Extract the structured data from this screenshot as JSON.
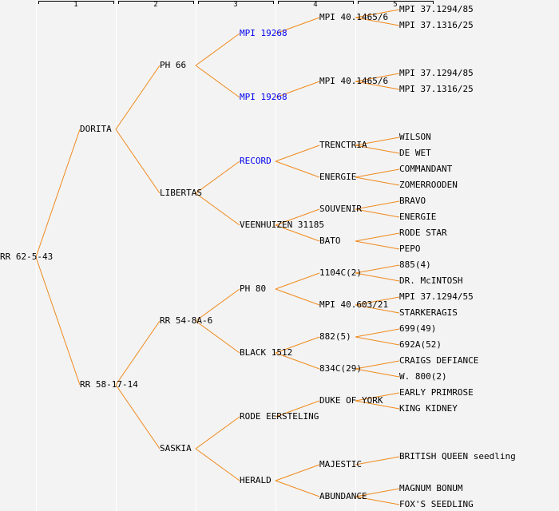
{
  "colors": {
    "line": "#f08a1c",
    "link_text": "#0000ee",
    "text": "#000000",
    "background": "#f3f3f3"
  },
  "generation_headers": [
    "1",
    "2",
    "3",
    "4",
    "5"
  ],
  "pedigree": {
    "name": "RR 62-5-43",
    "children": [
      {
        "name": "DORITA",
        "children": [
          {
            "name": "PH 66",
            "children": [
              {
                "name": "MPI 19268",
                "link": true,
                "children": [
                  {
                    "name": "MPI 40.1465/6",
                    "children": [
                      {
                        "name": "MPI 37.1294/85"
                      },
                      {
                        "name": "MPI 37.1316/25"
                      }
                    ]
                  },
                  null
                ]
              },
              {
                "name": "MPI 19268",
                "link": true,
                "children": [
                  {
                    "name": "MPI 40.1465/6",
                    "children": [
                      {
                        "name": "MPI 37.1294/85"
                      },
                      {
                        "name": "MPI 37.1316/25"
                      }
                    ]
                  },
                  null
                ]
              }
            ]
          },
          {
            "name": "LIBERTAS",
            "children": [
              {
                "name": "RECORD",
                "link": true,
                "children": [
                  {
                    "name": "TRENCTRIA",
                    "children": [
                      {
                        "name": "WILSON"
                      },
                      {
                        "name": "DE WET"
                      }
                    ]
                  },
                  {
                    "name": "ENERGIE",
                    "children": [
                      {
                        "name": "COMMANDANT"
                      },
                      {
                        "name": "ZOMERROODEN"
                      }
                    ]
                  }
                ]
              },
              {
                "name": "VEENHUIZEN 31185",
                "children": [
                  {
                    "name": "SOUVENIR",
                    "children": [
                      {
                        "name": "BRAVO"
                      },
                      {
                        "name": "ENERGIE"
                      }
                    ]
                  },
                  {
                    "name": "BATO",
                    "children": [
                      {
                        "name": "RODE STAR"
                      },
                      {
                        "name": "PEPO"
                      }
                    ]
                  }
                ]
              }
            ]
          }
        ]
      },
      {
        "name": "RR 58-17-14",
        "children": [
          {
            "name": "RR 54-8A-6",
            "children": [
              {
                "name": "PH 80",
                "children": [
                  {
                    "name": "1104C(2)",
                    "children": [
                      {
                        "name": "885(4)"
                      },
                      {
                        "name": "DR. McINTOSH"
                      }
                    ]
                  },
                  {
                    "name": "MPI 40.603/21",
                    "children": [
                      {
                        "name": "MPI 37.1294/55"
                      },
                      {
                        "name": "STARKERAGIS"
                      }
                    ]
                  }
                ]
              },
              {
                "name": "BLACK 1512",
                "children": [
                  {
                    "name": "882(5)",
                    "children": [
                      {
                        "name": "699(49)"
                      },
                      {
                        "name": "692A(52)"
                      }
                    ]
                  },
                  {
                    "name": "834C(29)",
                    "children": [
                      {
                        "name": "CRAIGS DEFIANCE"
                      },
                      {
                        "name": "W. 800(2)"
                      }
                    ]
                  }
                ]
              }
            ]
          },
          {
            "name": "SASKIA",
            "children": [
              {
                "name": "RODE EERSTELING",
                "children": [
                  {
                    "name": "DUKE OF YORK",
                    "children": [
                      {
                        "name": "EARLY PRIMROSE"
                      },
                      {
                        "name": "KING KIDNEY"
                      }
                    ]
                  },
                  null
                ]
              },
              {
                "name": "HERALD",
                "children": [
                  {
                    "name": "MAJESTIC",
                    "children": [
                      {
                        "name": "BRITISH QUEEN seedling"
                      },
                      null
                    ]
                  },
                  {
                    "name": "ABUNDANCE",
                    "children": [
                      {
                        "name": "MAGNUM BONUM"
                      },
                      {
                        "name": "FOX'S SEEDLING"
                      }
                    ]
                  }
                ]
              }
            ]
          }
        ]
      }
    ]
  }
}
